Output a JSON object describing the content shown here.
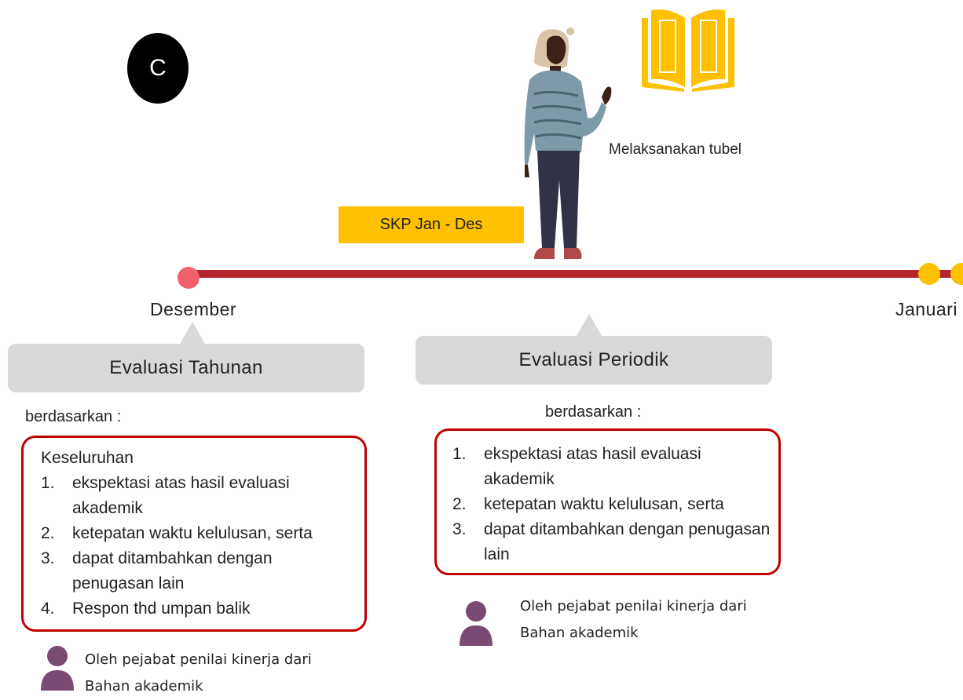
{
  "badge": {
    "letter": "C"
  },
  "activity": {
    "label": "Melaksanakan tubel"
  },
  "skp_label": "SKP  Jan - Des",
  "timeline": {
    "start_month": "Desember",
    "end_month": "Januari"
  },
  "evaluations": [
    {
      "title": "Evaluasi Tahunan",
      "basis_label": "berdasarkan :",
      "intro": "Keseluruhan",
      "items": [
        {
          "num": "1.",
          "text": "ekspektasi atas hasil evaluasi akademik"
        },
        {
          "num": "2.",
          "text": "ketepatan waktu kelulusan, serta"
        },
        {
          "num": "3.",
          "text": "dapat ditambahkan dengan penugasan lain"
        },
        {
          "num": "4.",
          "text": "Respon thd umpan balik"
        }
      ],
      "assessor_line1": "Oleh pejabat penilai kinerja dari",
      "assessor_line2": "Bahan  akademik"
    },
    {
      "title": "Evaluasi Periodik",
      "basis_label": "berdasarkan :",
      "items": [
        {
          "num": "1.",
          "text": "ekspektasi atas hasil evaluasi akademik"
        },
        {
          "num": "2.",
          "text": "ketepatan waktu kelulusan, serta"
        },
        {
          "num": "3.",
          "text": "dapat ditambahkan dengan penugasan lain"
        }
      ],
      "assessor_line1": "Oleh pejabat penilai kinerja dari",
      "assessor_line2": "Bahan  akademik"
    }
  ],
  "colors": {
    "timeline": "#b5252c",
    "start_dot": "#f0606a",
    "end_dot": "#FFC000",
    "skp_box": "#FFC000",
    "book": "#FFC000",
    "list_border": "#c00000",
    "callout_bg": "#d9d9d9",
    "user_icon": "#7b4a72"
  },
  "icons": [
    "book-icon",
    "person-illustration",
    "user-icon"
  ]
}
